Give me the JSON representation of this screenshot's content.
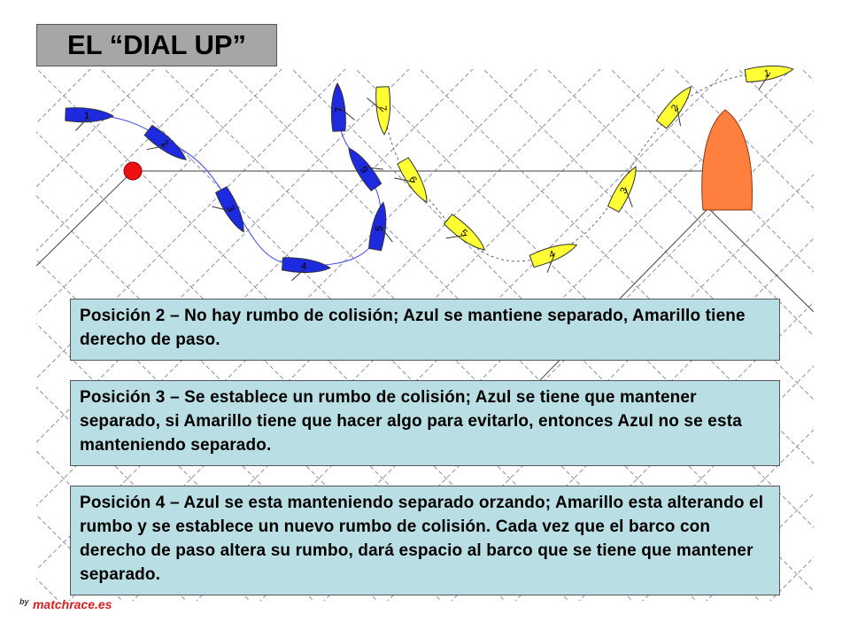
{
  "title": "EL “DIAL UP”",
  "boats": {
    "blue": {
      "color": "#1d2ae0",
      "numbers": [
        "1",
        "2",
        "3",
        "4",
        "5",
        "6",
        "7"
      ]
    },
    "yellow": {
      "color": "#ffff33",
      "numbers": [
        "1",
        "2",
        "3",
        "4",
        "5",
        "6",
        "7"
      ]
    },
    "committee_boat_color": "#ff7f3f",
    "pin_color": "#ee1111"
  },
  "notes": [
    "Posición 2 – No hay rumbo de colisión; Azul se mantiene separado, Amarillo tiene derecho de paso.",
    "Posición 3 – Se establece un rumbo de colisión; Azul se tiene que mantener separado, si Amarillo tiene que hacer algo para evitarlo, entonces Azul no se esta manteniendo separado.",
    "Posición 4 – Azul se esta manteniendo separado orzando; Amarillo esta alterando el rumbo y se establece un nuevo rumbo de colisión. Cada vez que el barco con derecho de paso altera su rumbo, dará espacio al barco que se tiene que mantener separado."
  ],
  "credit": {
    "by": "by",
    "site": "matchrace.es"
  }
}
